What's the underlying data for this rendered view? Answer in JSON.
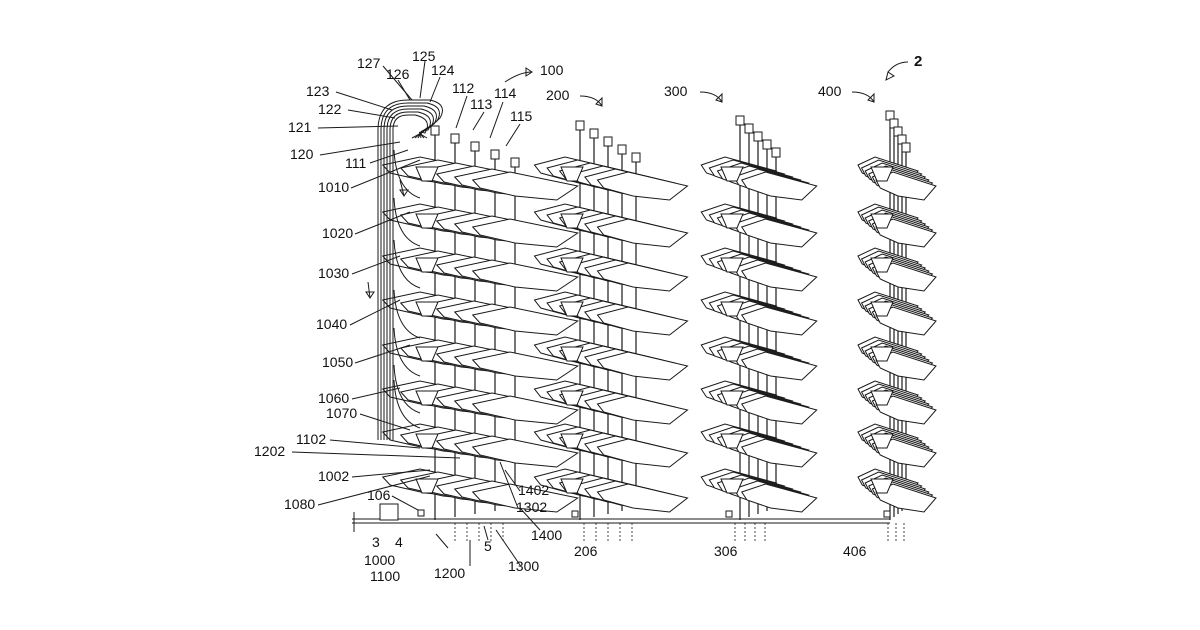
{
  "figure": {
    "ref_labels": [
      "2",
      "100",
      "200",
      "300",
      "400",
      "127",
      "125",
      "126",
      "124",
      "123",
      "122",
      "121",
      "120",
      "111",
      "112",
      "113",
      "114",
      "115",
      "1010",
      "1020",
      "1030",
      "1040",
      "1050",
      "1060",
      "1070",
      "1102",
      "1202",
      "1002",
      "1080",
      "106",
      "3",
      "4",
      "1000",
      "1100",
      "1200",
      "5",
      "1300",
      "1400",
      "1402",
      "1302",
      "206",
      "306",
      "406"
    ]
  }
}
